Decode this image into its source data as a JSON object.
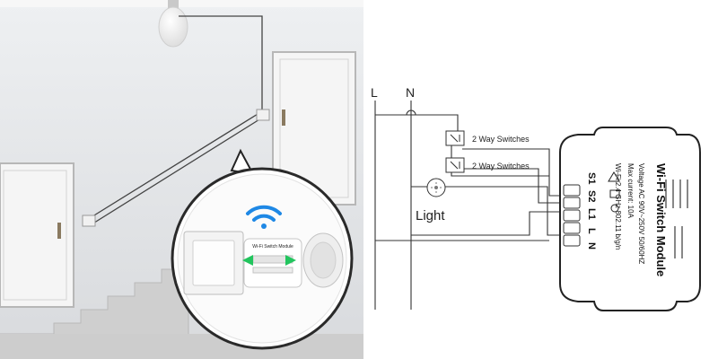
{
  "diagram": {
    "terminal_L": "L",
    "terminal_N": "N",
    "switch_label_1": "2 Way Switches",
    "switch_label_2": "2 Way Switches",
    "light_label": "Light"
  },
  "module": {
    "title": "Wi-Fi Switch Module",
    "voltage": "Voltage AC 90V~250V  50/60HZ",
    "max_current": "Max current: 10A",
    "wifi": "Wi-Fi:2.4 GHz   802.11 b/g/n",
    "pins": [
      "S1",
      "S2",
      "L1",
      "L",
      "N"
    ]
  },
  "photo": {
    "small_module_label": "Wi-Fi Switch Module"
  },
  "colors": {
    "wifi_icon": "#1e88e5",
    "indicator_arrow": "#22c55e",
    "line": "#333333"
  }
}
